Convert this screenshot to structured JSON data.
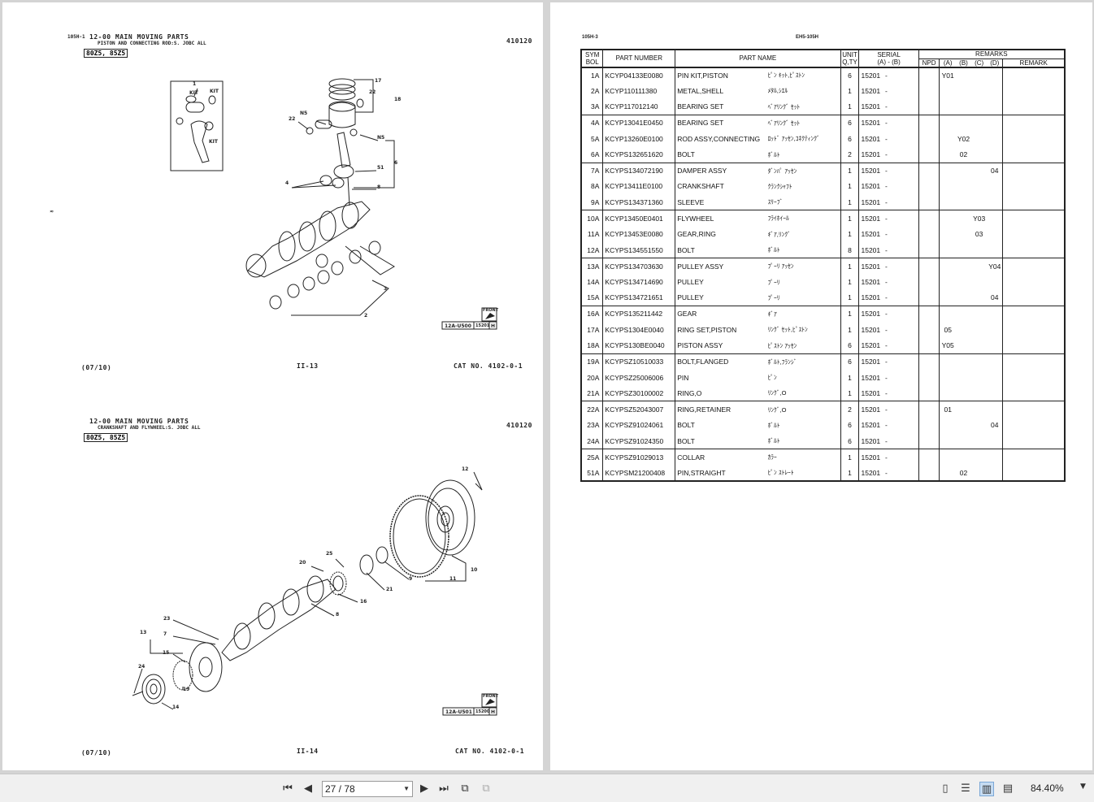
{
  "toolbar": {
    "page_value": "27 / 78",
    "zoom": "84.40%"
  },
  "left_page": {
    "top": {
      "code": "105H-1",
      "title": "12-00 MAIN MOVING PARTS",
      "subtitle": "PISTON AND CONNECTING ROD:S. JOBC ALL",
      "catalog_id": "410120",
      "models": "80Z5, 85Z5",
      "fig_code": "12A-U500",
      "fig_serial": "15201",
      "fig_letter": "H",
      "front_label": "FRONT",
      "kit_label": "KIT",
      "date": "(07/10)",
      "page_no": "II-13",
      "cat_no": "CAT NO. 4102-0-1",
      "callouts": {
        "c1": "1",
        "c4": "4",
        "c6": "6",
        "c8": "8",
        "c17": "17",
        "c18": "18",
        "c22": "22",
        "c22b": "22",
        "c51": "51",
        "c2": "2",
        "c3": "3",
        "n5": "N5",
        "n5b": "N5"
      }
    },
    "bottom": {
      "title": "12-00 MAIN MOVING PARTS",
      "subtitle": "CRANKSHAFT AND FLYWHEEL:S. JOBC ALL",
      "catalog_id": "410120",
      "models": "80Z5, 85Z5",
      "fig_code": "12A-U501",
      "fig_serial": "15200",
      "fig_letter": "H",
      "front_label": "FRONT",
      "date": "(07/10)",
      "page_no": "II-14",
      "cat_no": "CAT NO. 4102-0-1",
      "callouts": {
        "c12": "12",
        "c10": "10",
        "c11": "11",
        "c9": "9",
        "c21": "21",
        "c16": "16",
        "c25": "25",
        "c20": "20",
        "c8": "8",
        "c23": "23",
        "c13": "13",
        "c7": "7",
        "c15": "15",
        "c24": "24",
        "c19": "19",
        "c14": "14"
      }
    }
  },
  "right_page": {
    "header_left": "105H-3",
    "header_center": "EH5-105H",
    "columns": {
      "sym1": "SYM",
      "sym2": "BOL",
      "part_number": "PART NUMBER",
      "part_name": "PART NAME",
      "unit1": "UNIT",
      "unit2": "Q,TY",
      "serial": "SERIAL",
      "serial_sub": "(A)    -    (B)",
      "remarks": "REMARKS",
      "npd": "NPD",
      "a": "(A)",
      "b": "(B)",
      "c": "(C)",
      "d": "(D)",
      "remark": "REMARK"
    },
    "rows": [
      {
        "sym": "1A",
        "pn": "KCYP04133E0080",
        "name": "PIN KIT,PISTON",
        "jp": "ﾋﾟﾝ ｷｯﾄ,ﾋﾟｽﾄﾝ",
        "qty": "6",
        "serial": "15201",
        "dash": "-",
        "a": "Y01",
        "b": "",
        "c": "",
        "d": ""
      },
      {
        "sym": "2A",
        "pn": "KCYP110111380",
        "name": "METAL,SHELL",
        "jp": "ﾒﾀﾙ,ｼｴﾙ",
        "qty": "1",
        "serial": "15201",
        "dash": "-",
        "a": "",
        "b": "",
        "c": "",
        "d": ""
      },
      {
        "sym": "3A",
        "pn": "KCYP117012140",
        "name": "BEARING SET",
        "jp": "ﾍﾞｱﾘﾝｸﾞ ｾｯﾄ",
        "qty": "1",
        "serial": "15201",
        "dash": "-",
        "a": "",
        "b": "",
        "c": "",
        "d": ""
      },
      {
        "sym": "4A",
        "pn": "KCYP13041E0450",
        "name": "BEARING SET",
        "jp": "ﾍﾞｱﾘﾝｸﾞ ｾｯﾄ",
        "qty": "6",
        "serial": "15201",
        "dash": "-",
        "a": "",
        "b": "",
        "c": "",
        "d": ""
      },
      {
        "sym": "5A",
        "pn": "KCYP13260E0100",
        "name": "ROD ASSY,CONNECTING",
        "jp": "ﾛｯﾄﾞ ｱｯｾﾝ,ｺﾈｸﾃｨﾝｸﾞ",
        "qty": "6",
        "serial": "15201",
        "dash": "-",
        "a": "",
        "b": "Y02",
        "c": "",
        "d": ""
      },
      {
        "sym": "6A",
        "pn": "KCYPS132651620",
        "name": "BOLT",
        "jp": "ﾎﾞﾙﾄ",
        "qty": "2",
        "serial": "15201",
        "dash": "-",
        "a": "",
        "b": "02",
        "c": "",
        "d": ""
      },
      {
        "sym": "7A",
        "pn": "KCYPS134072190",
        "name": "DAMPER ASSY",
        "jp": "ﾀﾞﾝﾊﾟ ｱｯｾﾝ",
        "qty": "1",
        "serial": "15201",
        "dash": "-",
        "a": "",
        "b": "",
        "c": "",
        "d": "04"
      },
      {
        "sym": "8A",
        "pn": "KCYP13411E0100",
        "name": "CRANKSHAFT",
        "jp": "ｸﾗﾝｸｼｬﾌﾄ",
        "qty": "1",
        "serial": "15201",
        "dash": "-",
        "a": "",
        "b": "",
        "c": "",
        "d": ""
      },
      {
        "sym": "9A",
        "pn": "KCYPS134371360",
        "name": "SLEEVE",
        "jp": "ｽﾘｰﾌﾞ",
        "qty": "1",
        "serial": "15201",
        "dash": "-",
        "a": "",
        "b": "",
        "c": "",
        "d": ""
      },
      {
        "sym": "10A",
        "pn": "KCYP13450E0401",
        "name": "FLYWHEEL",
        "jp": "ﾌﾗｲﾎｲｰﾙ",
        "qty": "1",
        "serial": "15201",
        "dash": "-",
        "a": "",
        "b": "",
        "c": "Y03",
        "d": ""
      },
      {
        "sym": "11A",
        "pn": "KCYP13453E0080",
        "name": "GEAR,RING",
        "jp": "ｷﾞｱ,ﾘﾝｸﾞ",
        "qty": "1",
        "serial": "15201",
        "dash": "-",
        "a": "",
        "b": "",
        "c": "03",
        "d": ""
      },
      {
        "sym": "12A",
        "pn": "KCYPS134551550",
        "name": "BOLT",
        "jp": "ﾎﾞﾙﾄ",
        "qty": "8",
        "serial": "15201",
        "dash": "-",
        "a": "",
        "b": "",
        "c": "",
        "d": ""
      },
      {
        "sym": "13A",
        "pn": "KCYPS134703630",
        "name": "PULLEY ASSY",
        "jp": "ﾌﾟｰﾘ ｱｯｾﾝ",
        "qty": "1",
        "serial": "15201",
        "dash": "-",
        "a": "",
        "b": "",
        "c": "",
        "d": "Y04"
      },
      {
        "sym": "14A",
        "pn": "KCYPS134714690",
        "name": "PULLEY",
        "jp": "ﾌﾟｰﾘ",
        "qty": "1",
        "serial": "15201",
        "dash": "-",
        "a": "",
        "b": "",
        "c": "",
        "d": ""
      },
      {
        "sym": "15A",
        "pn": "KCYPS134721651",
        "name": "PULLEY",
        "jp": "ﾌﾟｰﾘ",
        "qty": "1",
        "serial": "15201",
        "dash": "-",
        "a": "",
        "b": "",
        "c": "",
        "d": "04"
      },
      {
        "sym": "16A",
        "pn": "KCYPS135211442",
        "name": "GEAR",
        "jp": "ｷﾞｱ",
        "qty": "1",
        "serial": "15201",
        "dash": "-",
        "a": "",
        "b": "",
        "c": "",
        "d": ""
      },
      {
        "sym": "17A",
        "pn": "KCYPS1304E0040",
        "name": "RING SET,PISTON",
        "jp": "ﾘﾝｸﾞ ｾｯﾄ,ﾋﾟｽﾄﾝ",
        "qty": "1",
        "serial": "15201",
        "dash": "-",
        "a": "05",
        "b": "",
        "c": "",
        "d": ""
      },
      {
        "sym": "18A",
        "pn": "KCYPS130BE0040",
        "name": "PISTON ASSY",
        "jp": "ﾋﾟｽﾄﾝ ｱｯｾﾝ",
        "qty": "6",
        "serial": "15201",
        "dash": "-",
        "a": "Y05",
        "b": "",
        "c": "",
        "d": ""
      },
      {
        "sym": "19A",
        "pn": "KCYPSZ10510033",
        "name": "BOLT,FLANGED",
        "jp": "ﾎﾞﾙﾄ,ﾌﾗﾝｼﾞ",
        "qty": "6",
        "serial": "15201",
        "dash": "-",
        "a": "",
        "b": "",
        "c": "",
        "d": ""
      },
      {
        "sym": "20A",
        "pn": "KCYPSZ25006006",
        "name": "PIN",
        "jp": "ﾋﾟﾝ",
        "qty": "1",
        "serial": "15201",
        "dash": "-",
        "a": "",
        "b": "",
        "c": "",
        "d": ""
      },
      {
        "sym": "21A",
        "pn": "KCYPSZ30100002",
        "name": "RING,O",
        "jp": "ﾘﾝｸﾞ,O",
        "qty": "1",
        "serial": "15201",
        "dash": "-",
        "a": "",
        "b": "",
        "c": "",
        "d": ""
      },
      {
        "sym": "22A",
        "pn": "KCYPSZ52043007",
        "name": "RING,RETAINER",
        "jp": "ﾘﾝｸﾞ,O",
        "qty": "2",
        "serial": "15201",
        "dash": "-",
        "a": "01",
        "b": "",
        "c": "",
        "d": ""
      },
      {
        "sym": "23A",
        "pn": "KCYPSZ91024061",
        "name": "BOLT",
        "jp": "ﾎﾞﾙﾄ",
        "qty": "6",
        "serial": "15201",
        "dash": "-",
        "a": "",
        "b": "",
        "c": "",
        "d": "04"
      },
      {
        "sym": "24A",
        "pn": "KCYPSZ91024350",
        "name": "BOLT",
        "jp": "ﾎﾞﾙﾄ",
        "qty": "6",
        "serial": "15201",
        "dash": "-",
        "a": "",
        "b": "",
        "c": "",
        "d": ""
      },
      {
        "sym": "25A",
        "pn": "KCYPSZ91029013",
        "name": "COLLAR",
        "jp": "ｶﾗｰ",
        "qty": "1",
        "serial": "15201",
        "dash": "-",
        "a": "",
        "b": "",
        "c": "",
        "d": ""
      },
      {
        "sym": "51A",
        "pn": "KCYPSM21200408",
        "name": "PIN,STRAIGHT",
        "jp": "ﾋﾟﾝ ｽﾄﾚｰﾄ",
        "qty": "1",
        "serial": "15201",
        "dash": "-",
        "a": "",
        "b": "02",
        "c": "",
        "d": ""
      }
    ]
  }
}
